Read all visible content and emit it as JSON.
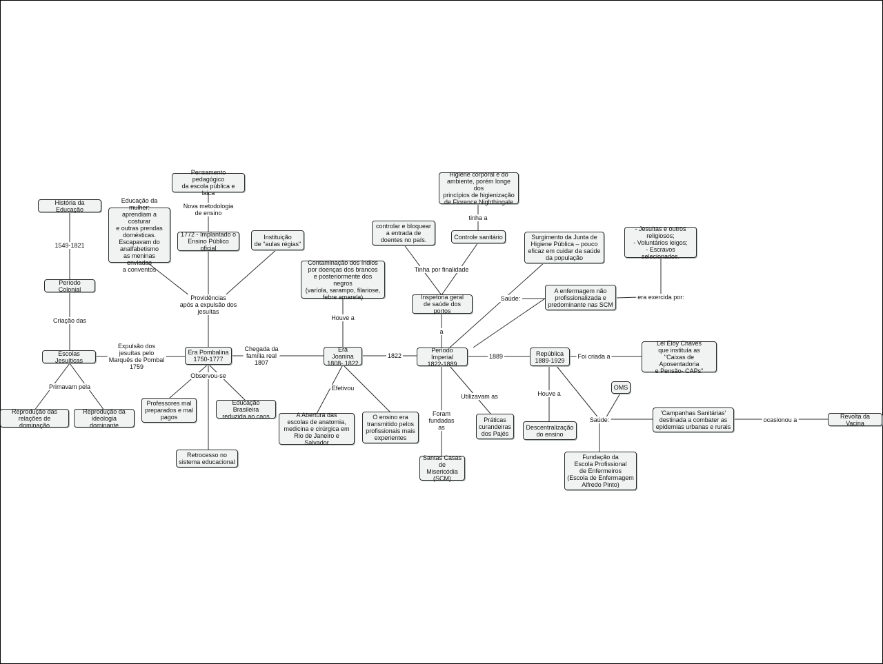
{
  "nodes": {
    "historia": "História da Educação",
    "colonial": "Período Colonial",
    "jesuiticas": "Escolas Jesuíticas",
    "reproducao_relacoes": "Reprodução das\nrelações de dominação",
    "reproducao_ideologia": "Reprodução da\nideologia dominante",
    "pensamento": "Pensamento pedagógico\nda escola pública e laica",
    "educacao_mulher": "Educação da mulher:\naprendiam a costurar\ne outras prendas\ndomésticas.\nEscapavam do\nanalfabetismo\nas meninas enviadas\na conventos",
    "ensino_publico": "1772 - Implantado o\nEnsino Público oficial",
    "aulas_regias": "Instituição\nde \"aulas régias\"",
    "pombalina": "Era Pombalina\n1750-1777",
    "professores": "Professores mal\npreparados e mal\npagos",
    "educacao_caos": "Educação Brasileira\nreduzida ao caos",
    "retrocesso": "Retrocesso no\nsistema educacional",
    "contaminacao": "Contaminação dos índios\npor doenças dos brancos\ne posteriormente dos negros\n(varíola, sarampo, filariose,\nfebre amarela)",
    "joanina": "Era Joanina\n1808- 1822",
    "abertura_escolas": "A Abertura das\nescolas de anatomia,\nmedicina e cirúrgica em\nRio de Janeiro e Salvador",
    "ensino_transmitido": "O ensino era\ntransmitido pelos\nprofissionais mais\nexperientes",
    "controlar": "controlar e bloquear\na entrada de\ndoentes no país.",
    "higiene": "Higiene corporal e do\nambiente, porém longe dos\nprincípios de higienização\nde Florence Nighthingale",
    "controle_sanitario": "Controle sanitário",
    "inspetoria": "Inspetoria geral\nde saúde dos portos",
    "imperial": "Período Imperial\n1822-1889",
    "santas_casas": "Santas Casas\nde Misericódia\n(SCM)",
    "praticas": "Práticas\ncurandeiras\ndos Pajés",
    "junta_higiene": "Surgimento da Junta de\nHigiene Pública – pouco\neficaz em cuidar da saúde\nda população",
    "enfermagem_nao_prof": "A enfermagem não\nprofissionalizada e\npredominante nas SCM",
    "jesuitas_outros": "- Jesuítas e outros\nreligiosos;\n- Voluntários leigos;\n- Escravos selecionados.",
    "republica": "República\n1889-1929",
    "eloy_chaves": "Lei Eloy Chaves\nque instituía as\n\"Caixas de Aposentadoria\ne Pensão- CAPs\"",
    "oms": "OMS",
    "descentralizacao": "Descentralização\ndo ensino",
    "campanhas": "'Campanhas Sanitárias'\ndestinada a combater as\nepidemias urbanas e rurais",
    "revolta": "Revolta da Vacina",
    "escola_enfermeiros": "Fundação da\nEscola Profissional\nde Enfermeiros\n(Escola de Enfermagem\nAlfredo Pinto)"
  },
  "links": {
    "l1549": "1549-1821",
    "criacao": "Criação das",
    "primavam": "Primavam pela",
    "expulsao": "Expulsão dos\njesuítas pelo\nMarquês de Pombal\n1759",
    "nova_metodologia": "Nova metodologia\nde ensino",
    "providencias": "Providências\napós a expulsão dos\njesuítas",
    "observou": "Observou-se",
    "chegada": "Chegada da\nfamília real\n1807",
    "houve_a_1": "Houve a",
    "efetivou": "Efetivou",
    "l1822": "1822",
    "tinha_a": "tinha a",
    "tinha_finalidade": "Tinha por finalidade",
    "a": "a",
    "saude_1": "Saúde:",
    "exercida": "era exercida por:",
    "foram_fundadas": "Foram\nfundadas\nas",
    "utilizavam": "Utilizavam as",
    "l1889": "1889",
    "foi_criada": "Foi criada a",
    "houve_a_2": "Houve a",
    "saude_2": "Saúde:",
    "ocasionou": "ocasionou a"
  },
  "colors": {
    "node_fill": "#f1f3f3",
    "node_border": "#2b2b2b",
    "line": "#2b2b2b"
  }
}
